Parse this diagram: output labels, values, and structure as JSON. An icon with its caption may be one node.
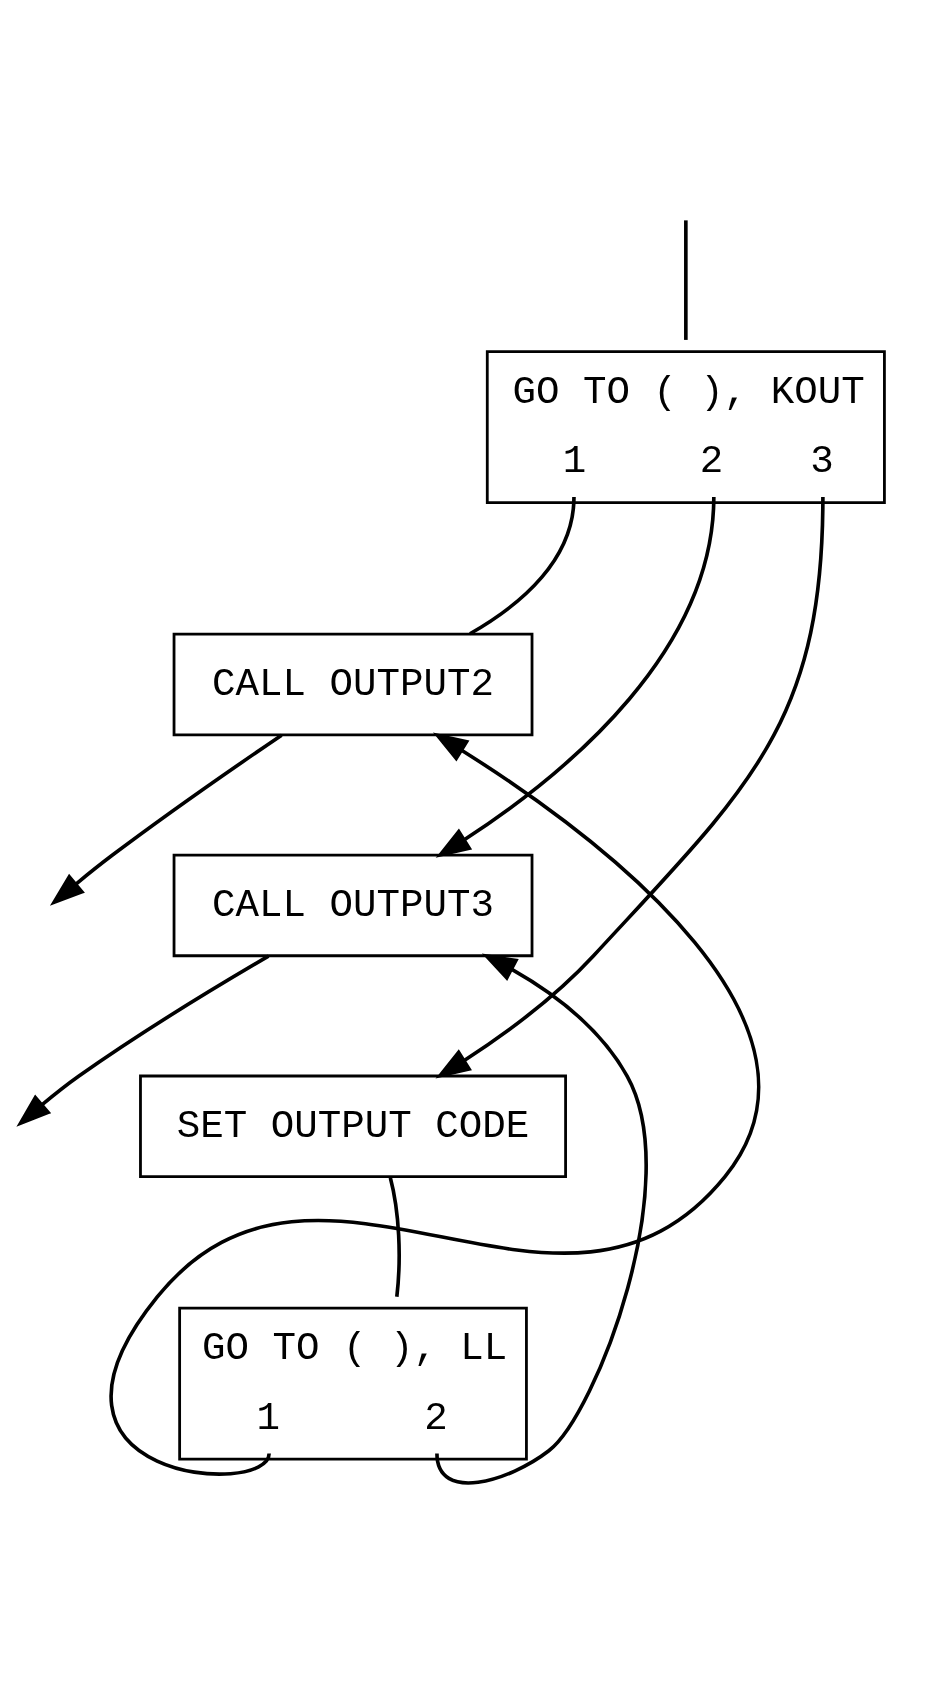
{
  "diagram": {
    "nodes": [
      {
        "text": [
          "GO TO ( ), KOUT",
          "1",
          "2",
          "3"
        ]
      },
      {
        "text": [
          "CALL OUTPUT2"
        ]
      },
      {
        "text": [
          "CALL OUTPUT3"
        ]
      },
      {
        "text": [
          "SET OUTPUT CODE"
        ]
      },
      {
        "text": [
          "GO TO ( ), LL",
          "1",
          "2"
        ]
      }
    ],
    "edges": [
      {
        "from": null,
        "to": 0,
        "arrow": "none"
      },
      {
        "from": 0,
        "to": 1,
        "arrow": "none"
      },
      {
        "from": 0,
        "to": 2,
        "arrow": "to"
      },
      {
        "from": 0,
        "to": 3,
        "arrow": "to"
      },
      {
        "from": 1,
        "to": null,
        "arrow": "to"
      },
      {
        "from": 2,
        "to": null,
        "arrow": "to"
      },
      {
        "from": 3,
        "to": 4,
        "arrow": "none"
      },
      {
        "from": 4,
        "to": 1,
        "arrow": "to"
      },
      {
        "from": 4,
        "to": 2,
        "arrow": "to"
      }
    ]
  }
}
